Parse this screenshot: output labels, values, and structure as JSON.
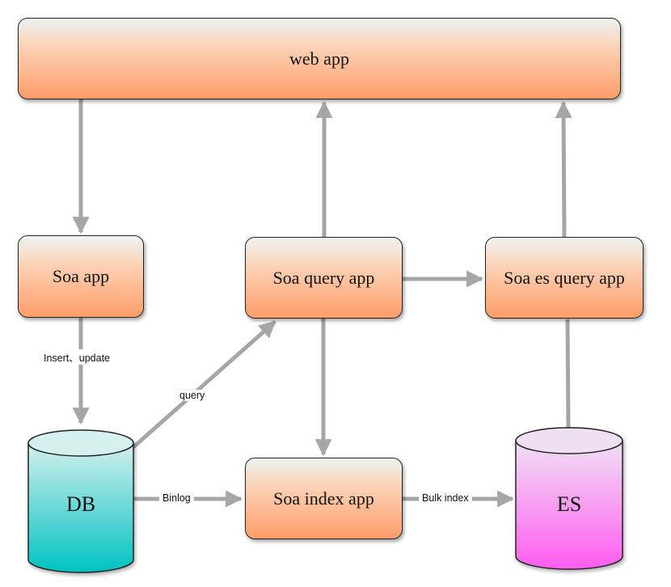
{
  "nodes": {
    "web_app": "web app",
    "soa_app": "Soa app",
    "soa_query_app": "Soa query app",
    "soa_es_query_app": "Soa es query app",
    "soa_index_app": "Soa index app",
    "db": "DB",
    "es": "ES"
  },
  "edges": {
    "insert_update": "Insert、update",
    "query": "query",
    "binlog": "Binlog",
    "bulk_index": "Bulk index"
  },
  "colors": {
    "box_top": "#eef3f3",
    "box_bottom": "#ff9c68",
    "db_top": "#d4efed",
    "db_bottom": "#00c2c2",
    "es_top": "#f0e0f4",
    "es_bottom": "#ff5cf0",
    "arrow": "#a6a6a6"
  }
}
